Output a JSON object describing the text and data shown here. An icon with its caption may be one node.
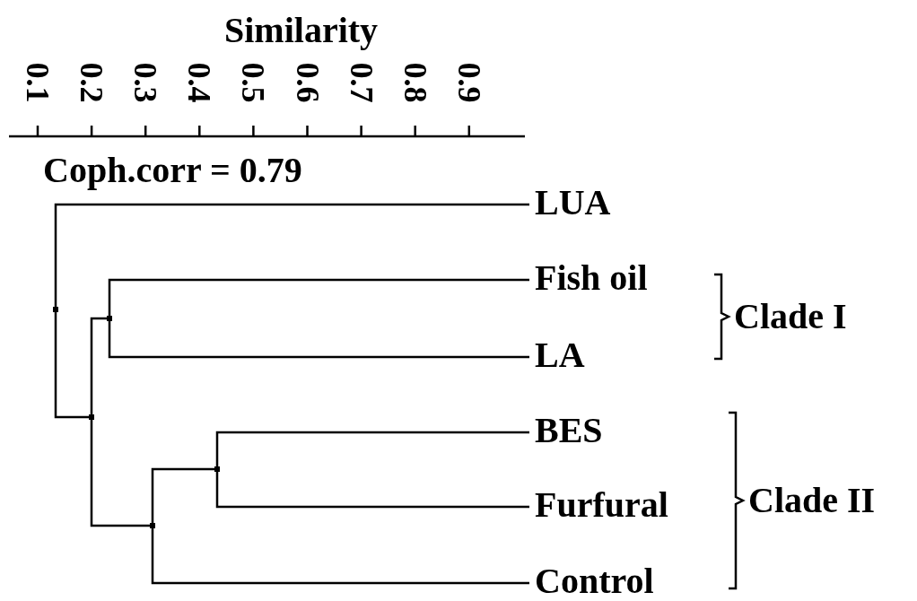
{
  "diagram": {
    "nodes": [
      {
        "text": [
          "LUA"
        ]
      },
      {
        "text": [
          "Fish oil"
        ]
      },
      {
        "text": [
          "LA"
        ]
      },
      {
        "text": [
          "BES"
        ]
      },
      {
        "text": [
          "Furfural"
        ]
      },
      {
        "text": [
          "Control"
        ]
      },
      {
        "text": [],
        "shape": "junction"
      },
      {
        "text": [],
        "shape": "junction"
      },
      {
        "text": [],
        "shape": "junction"
      },
      {
        "text": [],
        "shape": "junction"
      },
      {
        "text": [],
        "shape": "junction"
      }
    ],
    "edges": [
      {
        "from": 6,
        "to": 0,
        "arrow": "none"
      },
      {
        "from": 6,
        "to": 7,
        "arrow": "none"
      },
      {
        "from": 7,
        "to": 8,
        "arrow": "none"
      },
      {
        "from": 8,
        "to": 1,
        "arrow": "none"
      },
      {
        "from": 8,
        "to": 2,
        "arrow": "none"
      },
      {
        "from": 7,
        "to": 9,
        "arrow": "none"
      },
      {
        "from": 9,
        "to": 10,
        "arrow": "none"
      },
      {
        "from": 10,
        "to": 3,
        "arrow": "none"
      },
      {
        "from": 10,
        "to": 4,
        "arrow": "none"
      },
      {
        "from": 9,
        "to": 5,
        "arrow": "none"
      }
    ],
    "labels": [
      "Similarity",
      "0.1",
      "0.2",
      "0.3",
      "0.4",
      "0.5",
      "0.6",
      "0.7",
      "0.8",
      "0.9",
      "Coph.corr = 0.79",
      "Clade I",
      "Clade II"
    ]
  }
}
